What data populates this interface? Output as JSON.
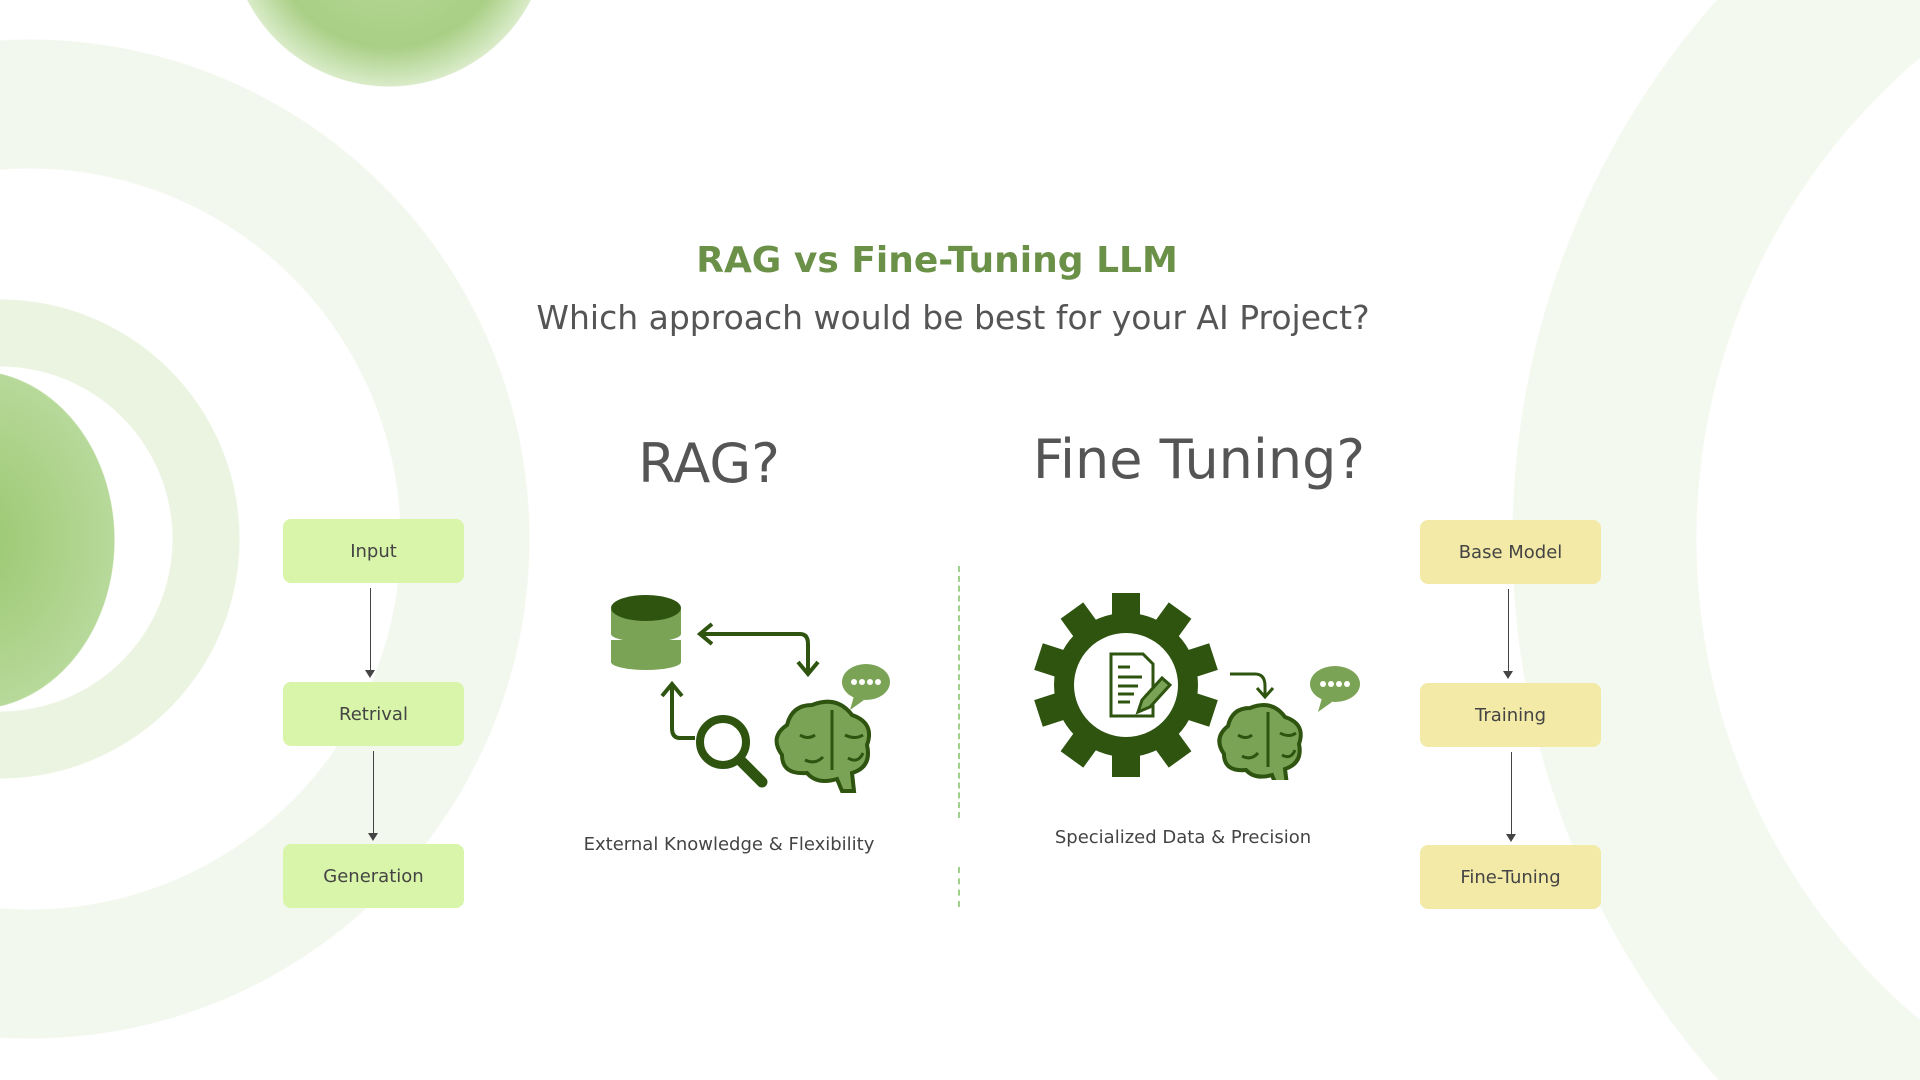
{
  "header": {
    "title": "RAG vs Fine-Tuning LLM",
    "subtitle": "Which approach would be best for your AI Project?"
  },
  "rag": {
    "heading": "RAG?",
    "caption": "External Knowledge & Flexibility",
    "steps": [
      "Input",
      "Retrival",
      "Generation"
    ]
  },
  "fine_tuning": {
    "heading": "Fine Tuning?",
    "caption": "Specialized Data & Precision",
    "steps": [
      "Base Model",
      "Training",
      "Fine-Tuning"
    ]
  },
  "colors": {
    "accent": "#6b9148",
    "dark_green": "#2e5410",
    "light_green": "#7aa356",
    "rag_box": "#d8f5a9",
    "ft_box": "#f2eaa6"
  }
}
